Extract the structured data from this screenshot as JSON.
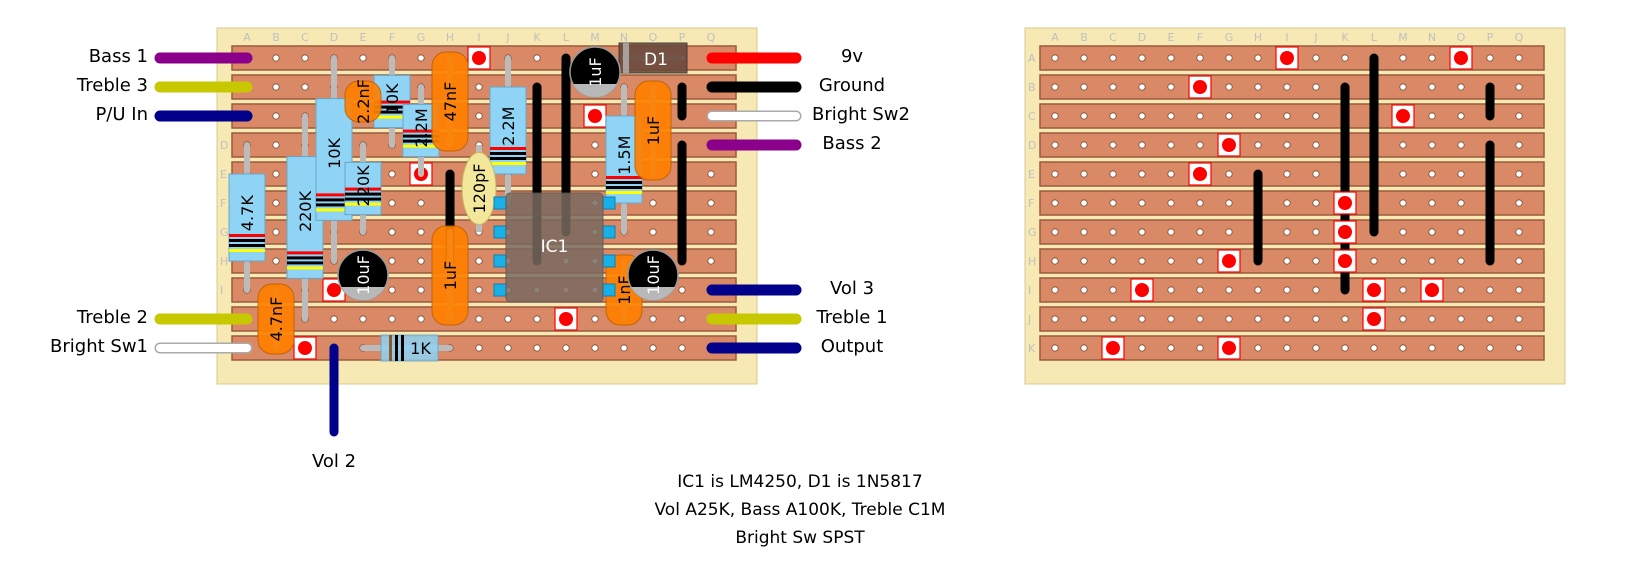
{
  "boards": {
    "columns": [
      "A",
      "B",
      "C",
      "D",
      "E",
      "F",
      "G",
      "H",
      "I",
      "J",
      "K",
      "L",
      "M",
      "N",
      "O",
      "P",
      "Q"
    ],
    "rows": [
      "A",
      "B",
      "C",
      "D",
      "E",
      "F",
      "G",
      "H",
      "I",
      "J",
      "K"
    ]
  },
  "colors": {
    "board": "#f7e9b4",
    "strip": "#d98965",
    "strip_edge": "#9a5a3c",
    "hole": "#ffffff",
    "cut_marker": "#ff0000",
    "link": "#000000",
    "resistor_body": "#8fd3f5",
    "film_cap": "#ff8000",
    "ceramic_cap": "#f2e79a",
    "electrolytic": "#000000",
    "ic": "#7a6a60",
    "diode": "#6b4a3d",
    "label_grey": "#c0c0c0"
  },
  "wires_left": [
    {
      "label": "Bass 1",
      "row": "A",
      "color": "#8b008b"
    },
    {
      "label": "Treble 3",
      "row": "B",
      "color": "#c8c800"
    },
    {
      "label": "P/U In",
      "row": "C",
      "color": "#00008b"
    },
    {
      "label": "Treble 2",
      "row": "J",
      "color": "#c8c800"
    },
    {
      "label": "Bright Sw1",
      "row": "K",
      "color": "#ffffff"
    }
  ],
  "wires_right": [
    {
      "label": "9v",
      "row": "A",
      "color": "#ff0000"
    },
    {
      "label": "Ground",
      "row": "B",
      "color": "#000000"
    },
    {
      "label": "Bright Sw2",
      "row": "C",
      "color": "#ffffff"
    },
    {
      "label": "Bass 2",
      "row": "D",
      "color": "#8b008b"
    },
    {
      "label": "Vol 3",
      "row": "I",
      "color": "#00008b"
    },
    {
      "label": "Treble 1",
      "row": "J",
      "color": "#c8c800"
    },
    {
      "label": "Output",
      "row": "K",
      "color": "#00008b"
    }
  ],
  "wire_bottom": {
    "label": "Vol 2",
    "col": "D",
    "color": "#00008b"
  },
  "cuts_front": [
    [
      "A",
      "I"
    ],
    [
      "C",
      "M"
    ],
    [
      "E",
      "G"
    ],
    [
      "I",
      "D"
    ],
    [
      "J",
      "L"
    ],
    [
      "K",
      "C"
    ]
  ],
  "cuts_back": [
    [
      "A",
      "I"
    ],
    [
      "A",
      "O"
    ],
    [
      "B",
      "F"
    ],
    [
      "C",
      "M"
    ],
    [
      "D",
      "G"
    ],
    [
      "E",
      "F"
    ],
    [
      "F",
      "K"
    ],
    [
      "G",
      "K"
    ],
    [
      "H",
      "G"
    ],
    [
      "H",
      "K"
    ],
    [
      "I",
      "D"
    ],
    [
      "I",
      "L"
    ],
    [
      "I",
      "N"
    ],
    [
      "J",
      "L"
    ],
    [
      "K",
      "C"
    ],
    [
      "K",
      "G"
    ]
  ],
  "links_front": [
    {
      "col": "K",
      "from": "B",
      "to": "H"
    },
    {
      "col": "L",
      "from": "A",
      "to": "G"
    },
    {
      "col": "H",
      "from": "E",
      "to": "H"
    },
    {
      "col": "P",
      "from": "B",
      "to": "C"
    },
    {
      "col": "P",
      "from": "D",
      "to": "H"
    }
  ],
  "links_back": [
    {
      "col": "L",
      "from": "A",
      "to": "G"
    },
    {
      "col": "K",
      "from": "B",
      "to": "I"
    },
    {
      "col": "H",
      "from": "E",
      "to": "H"
    },
    {
      "col": "P",
      "from": "B",
      "to": "C"
    },
    {
      "col": "P",
      "from": "D",
      "to": "H"
    }
  ],
  "resistors": [
    {
      "label": "4.7K",
      "col": "A",
      "from": "D",
      "to": "I"
    },
    {
      "label": "220K",
      "col": "C",
      "from": "C",
      "to": "J"
    },
    {
      "label": "10K",
      "col": "D",
      "from": "A",
      "to": "H"
    },
    {
      "label": "220K",
      "col": "E",
      "from": "D",
      "to": "G"
    },
    {
      "label": "10K",
      "col": "F",
      "from": "A",
      "to": "D"
    },
    {
      "label": "2.2M",
      "col": "G",
      "from": "B",
      "to": "E"
    },
    {
      "label": "2.2M",
      "col": "J",
      "from": "A",
      "to": "F"
    },
    {
      "label": "1.5M",
      "col": "N",
      "from": "B",
      "to": "G"
    },
    {
      "label": "1K",
      "row": "K",
      "from": "E",
      "to": "H",
      "horizontal": true
    }
  ],
  "film_caps": [
    {
      "label": "2.2nF",
      "col": "E",
      "from": "B",
      "to": "C"
    },
    {
      "label": "47nF",
      "col": "H",
      "from": "A",
      "to": "D"
    },
    {
      "label": "1uF",
      "col": "O",
      "from": "B",
      "to": "E"
    },
    {
      "label": "4.7nF",
      "col": "B",
      "from": "I",
      "to": "K"
    },
    {
      "label": "1uF",
      "col": "H",
      "from": "G",
      "to": "J"
    },
    {
      "label": "1nF",
      "col": "N",
      "from": "H",
      "to": "J"
    }
  ],
  "ceramic_caps": [
    {
      "label": "120pF",
      "col": "I",
      "from": "D",
      "to": "G"
    }
  ],
  "electrolytics": [
    {
      "label": "1uF",
      "col": "M",
      "row": "A"
    },
    {
      "label": "10uF",
      "col": "E",
      "row": "H"
    },
    {
      "label": "10uF",
      "col": "O",
      "row": "H"
    }
  ],
  "ic": {
    "label": "IC1"
  },
  "diode": {
    "label": "D1"
  },
  "notes": [
    "IC1 is LM4250, D1 is 1N5817",
    "Vol A25K, Bass A100K, Treble C1M",
    "Bright Sw SPST"
  ]
}
